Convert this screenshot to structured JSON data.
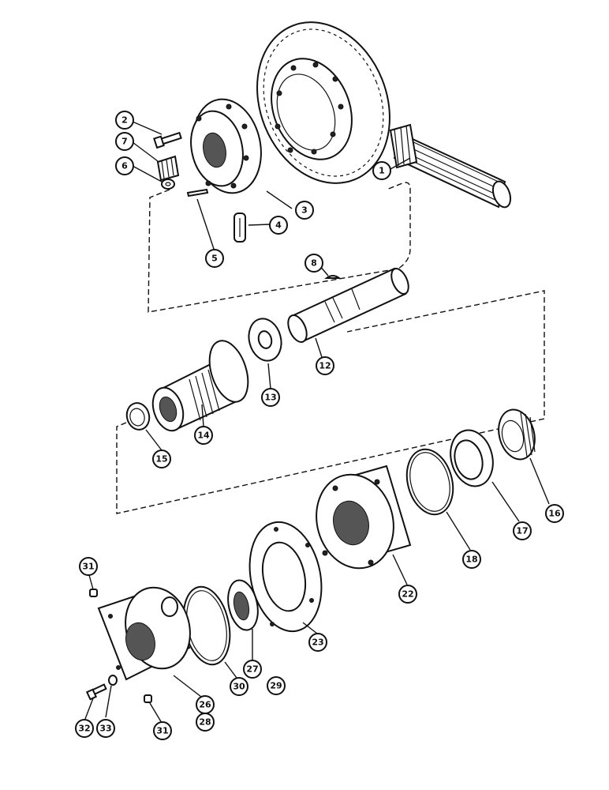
{
  "callouts": {
    "c1": "1",
    "c2": "2",
    "c3": "3",
    "c4": "4",
    "c5": "5",
    "c6": "6",
    "c7": "7",
    "c8": "8",
    "c12": "12",
    "c13": "13",
    "c14": "14",
    "c15": "15",
    "c16": "16",
    "c17": "17",
    "c18": "18",
    "c22": "22",
    "c23": "23",
    "c27": "27",
    "c29": "29",
    "c30": "30",
    "c31a": "31",
    "c31b": "31",
    "c32": "32",
    "c33": "33",
    "c26": "26",
    "c28": "28"
  }
}
